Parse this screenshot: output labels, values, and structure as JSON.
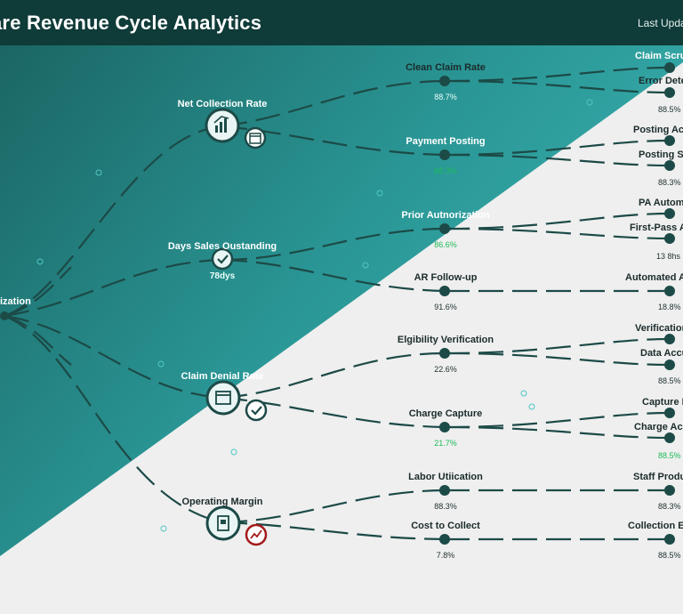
{
  "header": {
    "title": "are Revenue Cycle Analytics",
    "updated": "Last Updat"
  },
  "root": {
    "label": "ization"
  },
  "kpis": [
    {
      "label": "Net Collection Rate"
    },
    {
      "label": "Days Sales Oustanding",
      "value": "78dys"
    },
    {
      "label": "Claim Denial Rate"
    },
    {
      "label": "Operating Margin"
    }
  ],
  "mid_nodes": [
    {
      "label": "Clean Claim Rate",
      "value": "88.7%"
    },
    {
      "label": "Payment Posting",
      "value": "68.3%"
    },
    {
      "label": "Prior Autnorization",
      "value": "86.6%"
    },
    {
      "label": "AR Follow-up",
      "value": "91.6%"
    },
    {
      "label": "Elgibility Verification",
      "value": "22.6%"
    },
    {
      "label": "Charge Capture",
      "value": "21.7%"
    },
    {
      "label": "Labor Utiication",
      "value": "88.3%"
    },
    {
      "label": "Cost to Collect",
      "value": "7.8%"
    }
  ],
  "right_nodes": [
    {
      "label": "Claim Scrul",
      "value": ""
    },
    {
      "label": "Error Detec",
      "value": "88.5%"
    },
    {
      "label": "Posting Acc",
      "value": ""
    },
    {
      "label": "Posting Sp",
      "value": "88.3%"
    },
    {
      "label": "PA Automa",
      "value": ""
    },
    {
      "label": "First-Pass A",
      "value": "13 8hs"
    },
    {
      "label": "Automated A",
      "value": "18.8%"
    },
    {
      "label": "Verification",
      "value": ""
    },
    {
      "label": "Data Accu",
      "value": "88.5%"
    },
    {
      "label": "Capture R",
      "value": ""
    },
    {
      "label": "Charge Acc",
      "value": "88.5%"
    },
    {
      "label": "Staff Produ",
      "value": "88.3%"
    },
    {
      "label": "Collection Eff",
      "value": "88.5%"
    }
  ],
  "colors": {
    "teal_dark": "#0f3b38",
    "teal": "#2a9b9a",
    "node": "#1c4a47",
    "green": "#1dbb5a",
    "red": "#a31a1a",
    "background": "#efefef"
  },
  "icons": [
    "bar-chart-icon",
    "calendar-icon",
    "check-icon",
    "calendar-icon",
    "check-icon",
    "document-icon",
    "trend-chart-icon"
  ]
}
